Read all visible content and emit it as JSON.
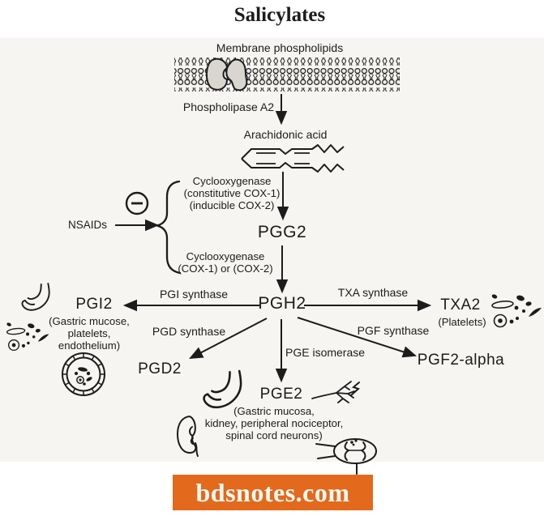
{
  "title": "Salicylates",
  "banner": {
    "text": "bdsnotes.com",
    "bg_color": "#E3691C",
    "text_color": "#FBF9F4"
  },
  "colors": {
    "canvas_bg": "#F6F5F2",
    "ink": "#1C1C1C"
  },
  "pathway": {
    "membrane": "Membrane phospholipids",
    "phospholipase": "Phospholipase A2",
    "arachidonic_acid": "Arachidonic acid",
    "nsaids": "NSAIDs",
    "cox_constitutive": [
      "Cyclooxygenase",
      "(constitutive COX-1)",
      "(inducible COX-2)"
    ],
    "pgg2": "PGG2",
    "cox_either": [
      "Cyclooxygenase",
      "(COX-1) or (COX-2)"
    ],
    "pgh2": "PGH2",
    "pgi": {
      "enzyme": "PGI synthase",
      "product": "PGI2",
      "sites": [
        "(Gastric mucose,",
        "platelets,",
        "endothelium)"
      ]
    },
    "txa": {
      "enzyme": "TXA synthase",
      "product": "TXA2",
      "sites": [
        "(Platelets)"
      ]
    },
    "pgd": {
      "enzyme": "PGD synthase",
      "product": "PGD2"
    },
    "pge": {
      "enzyme": "PGE isomerase",
      "product": "PGE2",
      "sites": [
        "(Gastric mucosa,",
        "kidney, peripheral nociceptor,",
        "spinal cord neurons)"
      ]
    },
    "pgf": {
      "enzyme": "PGF synthase",
      "product": "PGF2-alpha"
    }
  },
  "icons": {
    "inhibition": "minus-circle-icon",
    "pgi2_targets": [
      "stomach-icon",
      "platelets-icon",
      "endothelium-icon"
    ],
    "txa2_targets": [
      "platelets-icon"
    ],
    "pge2_targets": [
      "stomach-icon",
      "kidney-icon",
      "nerve-icon",
      "spinal-cord-icon"
    ]
  }
}
